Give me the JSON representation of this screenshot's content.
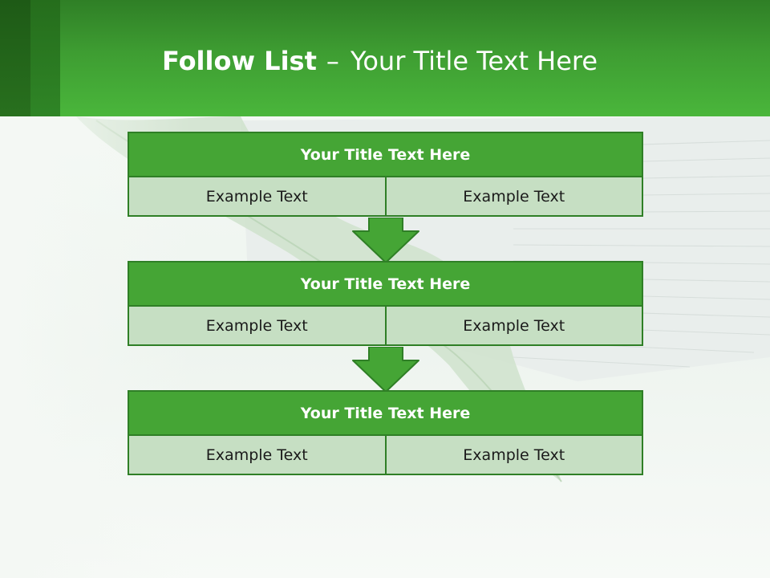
{
  "slide": {
    "title_bold": "Follow List",
    "title_sep": "–",
    "title_rest": "Your Title Text Here"
  },
  "flow": {
    "steps": [
      {
        "title": "Your Title Text Here",
        "left": "Example Text",
        "right": "Example Text"
      },
      {
        "title": "Your Title Text Here",
        "left": "Example Text",
        "right": "Example Text"
      },
      {
        "title": "Your Title Text Here",
        "left": "Example Text",
        "right": "Example Text"
      }
    ]
  },
  "colors": {
    "header_green": "#4ab63b",
    "box_title_green": "#45a535",
    "box_cell_green": "#c6dfc3",
    "border_green": "#2f7f26"
  }
}
